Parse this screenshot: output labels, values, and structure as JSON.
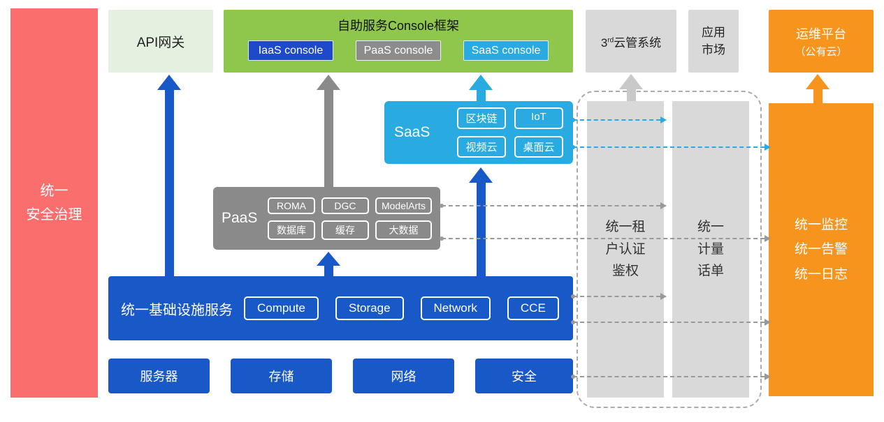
{
  "security_bar": {
    "label": "统一\n安全治理"
  },
  "api_gateway": {
    "label": "API网关"
  },
  "console_frame": {
    "title": "自助服务Console框架",
    "buttons": [
      {
        "label": "IaaS console"
      },
      {
        "label": "PaaS console"
      },
      {
        "label": "SaaS console"
      }
    ]
  },
  "third_party_cloud": {
    "prefix": "3",
    "sup": "rd",
    "suffix": "云管系统"
  },
  "app_market": {
    "label": "应用\n市场"
  },
  "ops_platform": {
    "line1": "运维平台",
    "line2": "（公有云）"
  },
  "saas": {
    "label": "SaaS",
    "items": [
      "区块链",
      "IoT",
      "视频云",
      "桌面云"
    ]
  },
  "paas": {
    "label": "PaaS",
    "items": [
      "ROMA",
      "DGC",
      "ModelArts",
      "数据库",
      "缓存",
      "大数据"
    ]
  },
  "infrastructure": {
    "label": "统一基础设施服务",
    "items": [
      "Compute",
      "Storage",
      "Network",
      "CCE"
    ]
  },
  "hardware": {
    "items": [
      "服务器",
      "存储",
      "网络",
      "安全"
    ]
  },
  "auth_bar": {
    "label": "统一租\n户认证\n鉴权"
  },
  "metering_bar": {
    "label": "统一\n计量\n话单"
  },
  "monitor_bar": {
    "label": "统一监控\n统一告警\n统一日志"
  },
  "colors": {
    "security_red": "#FA6E6E",
    "api_light_green": "#E4F1E0",
    "console_green": "#8FC74C",
    "iaas_blue": "#1E49C8",
    "paas_gray": "#8C8C8C",
    "saas_cyan": "#29ABE2",
    "infra_blue": "#1858C7",
    "panel_gray": "#D9D9D9",
    "ops_orange": "#F7941E",
    "dashed_border_gray": "#ABABAB"
  }
}
